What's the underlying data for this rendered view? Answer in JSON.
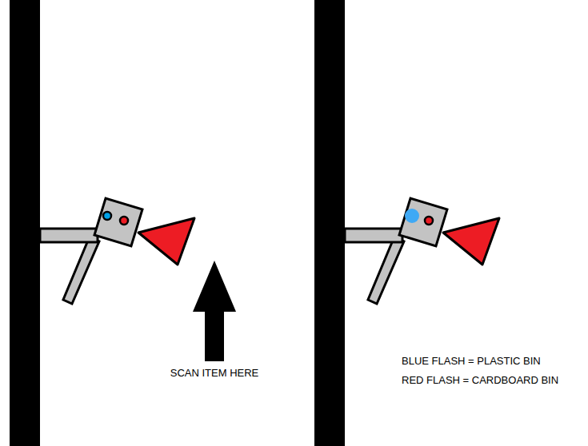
{
  "diagram": {
    "labels": [
      "SCAN ITEM HERE",
      "BLUE FLASH = PLASTIC BIN",
      "RED FLASH = CARDBOARD BIN"
    ]
  }
}
